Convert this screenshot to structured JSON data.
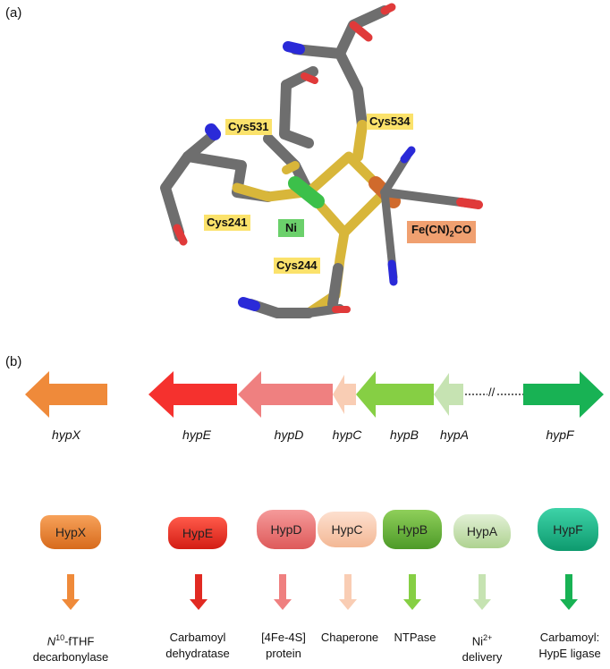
{
  "panel_a": {
    "label": "(a)",
    "residues": {
      "cys531": "Cys531",
      "cys534": "Cys534",
      "cys241": "Cys241",
      "cys244": "Cys244"
    },
    "ni": "Ni",
    "fe_prefix": "Fe(CN)",
    "fe_sub": "2",
    "fe_suffix": "CO"
  },
  "panel_b": {
    "label": "(b)",
    "genes": [
      "hypX",
      "hypE",
      "hypD",
      "hypC",
      "hypB",
      "hypA",
      "hypF"
    ],
    "break_mark": "//",
    "proteins": [
      "HypX",
      "HypE",
      "HypD",
      "HypC",
      "HypB",
      "HypA",
      "HypF"
    ],
    "functions": {
      "hypx_line1_prefix": "N",
      "hypx_line1_sup": "10",
      "hypx_line1_suffix": "-fTHF",
      "hypx_line2": "decarbonylase",
      "hype_line1": "Carbamoyl",
      "hype_line2": "dehydratase",
      "hypd_line1": "[4Fe-4S]",
      "hypd_line2": "protein",
      "hypc_line1": "Chaperone",
      "hypb_line1": "NTPase",
      "hypa_line1_prefix": "Ni",
      "hypa_line1_sup": "2+",
      "hypa_line2": "delivery",
      "hypf_line1": "Carbamoyl:",
      "hypf_line2": "HypE ligase"
    },
    "colors": {
      "hypX": "#ef8a3a",
      "hypE": "#f5312e",
      "hypD": "#ef8080",
      "hypC": "#f9cdb4",
      "hypB": "#86cf44",
      "hypA": "#c6e3b2",
      "hypF": "#18b254"
    }
  }
}
